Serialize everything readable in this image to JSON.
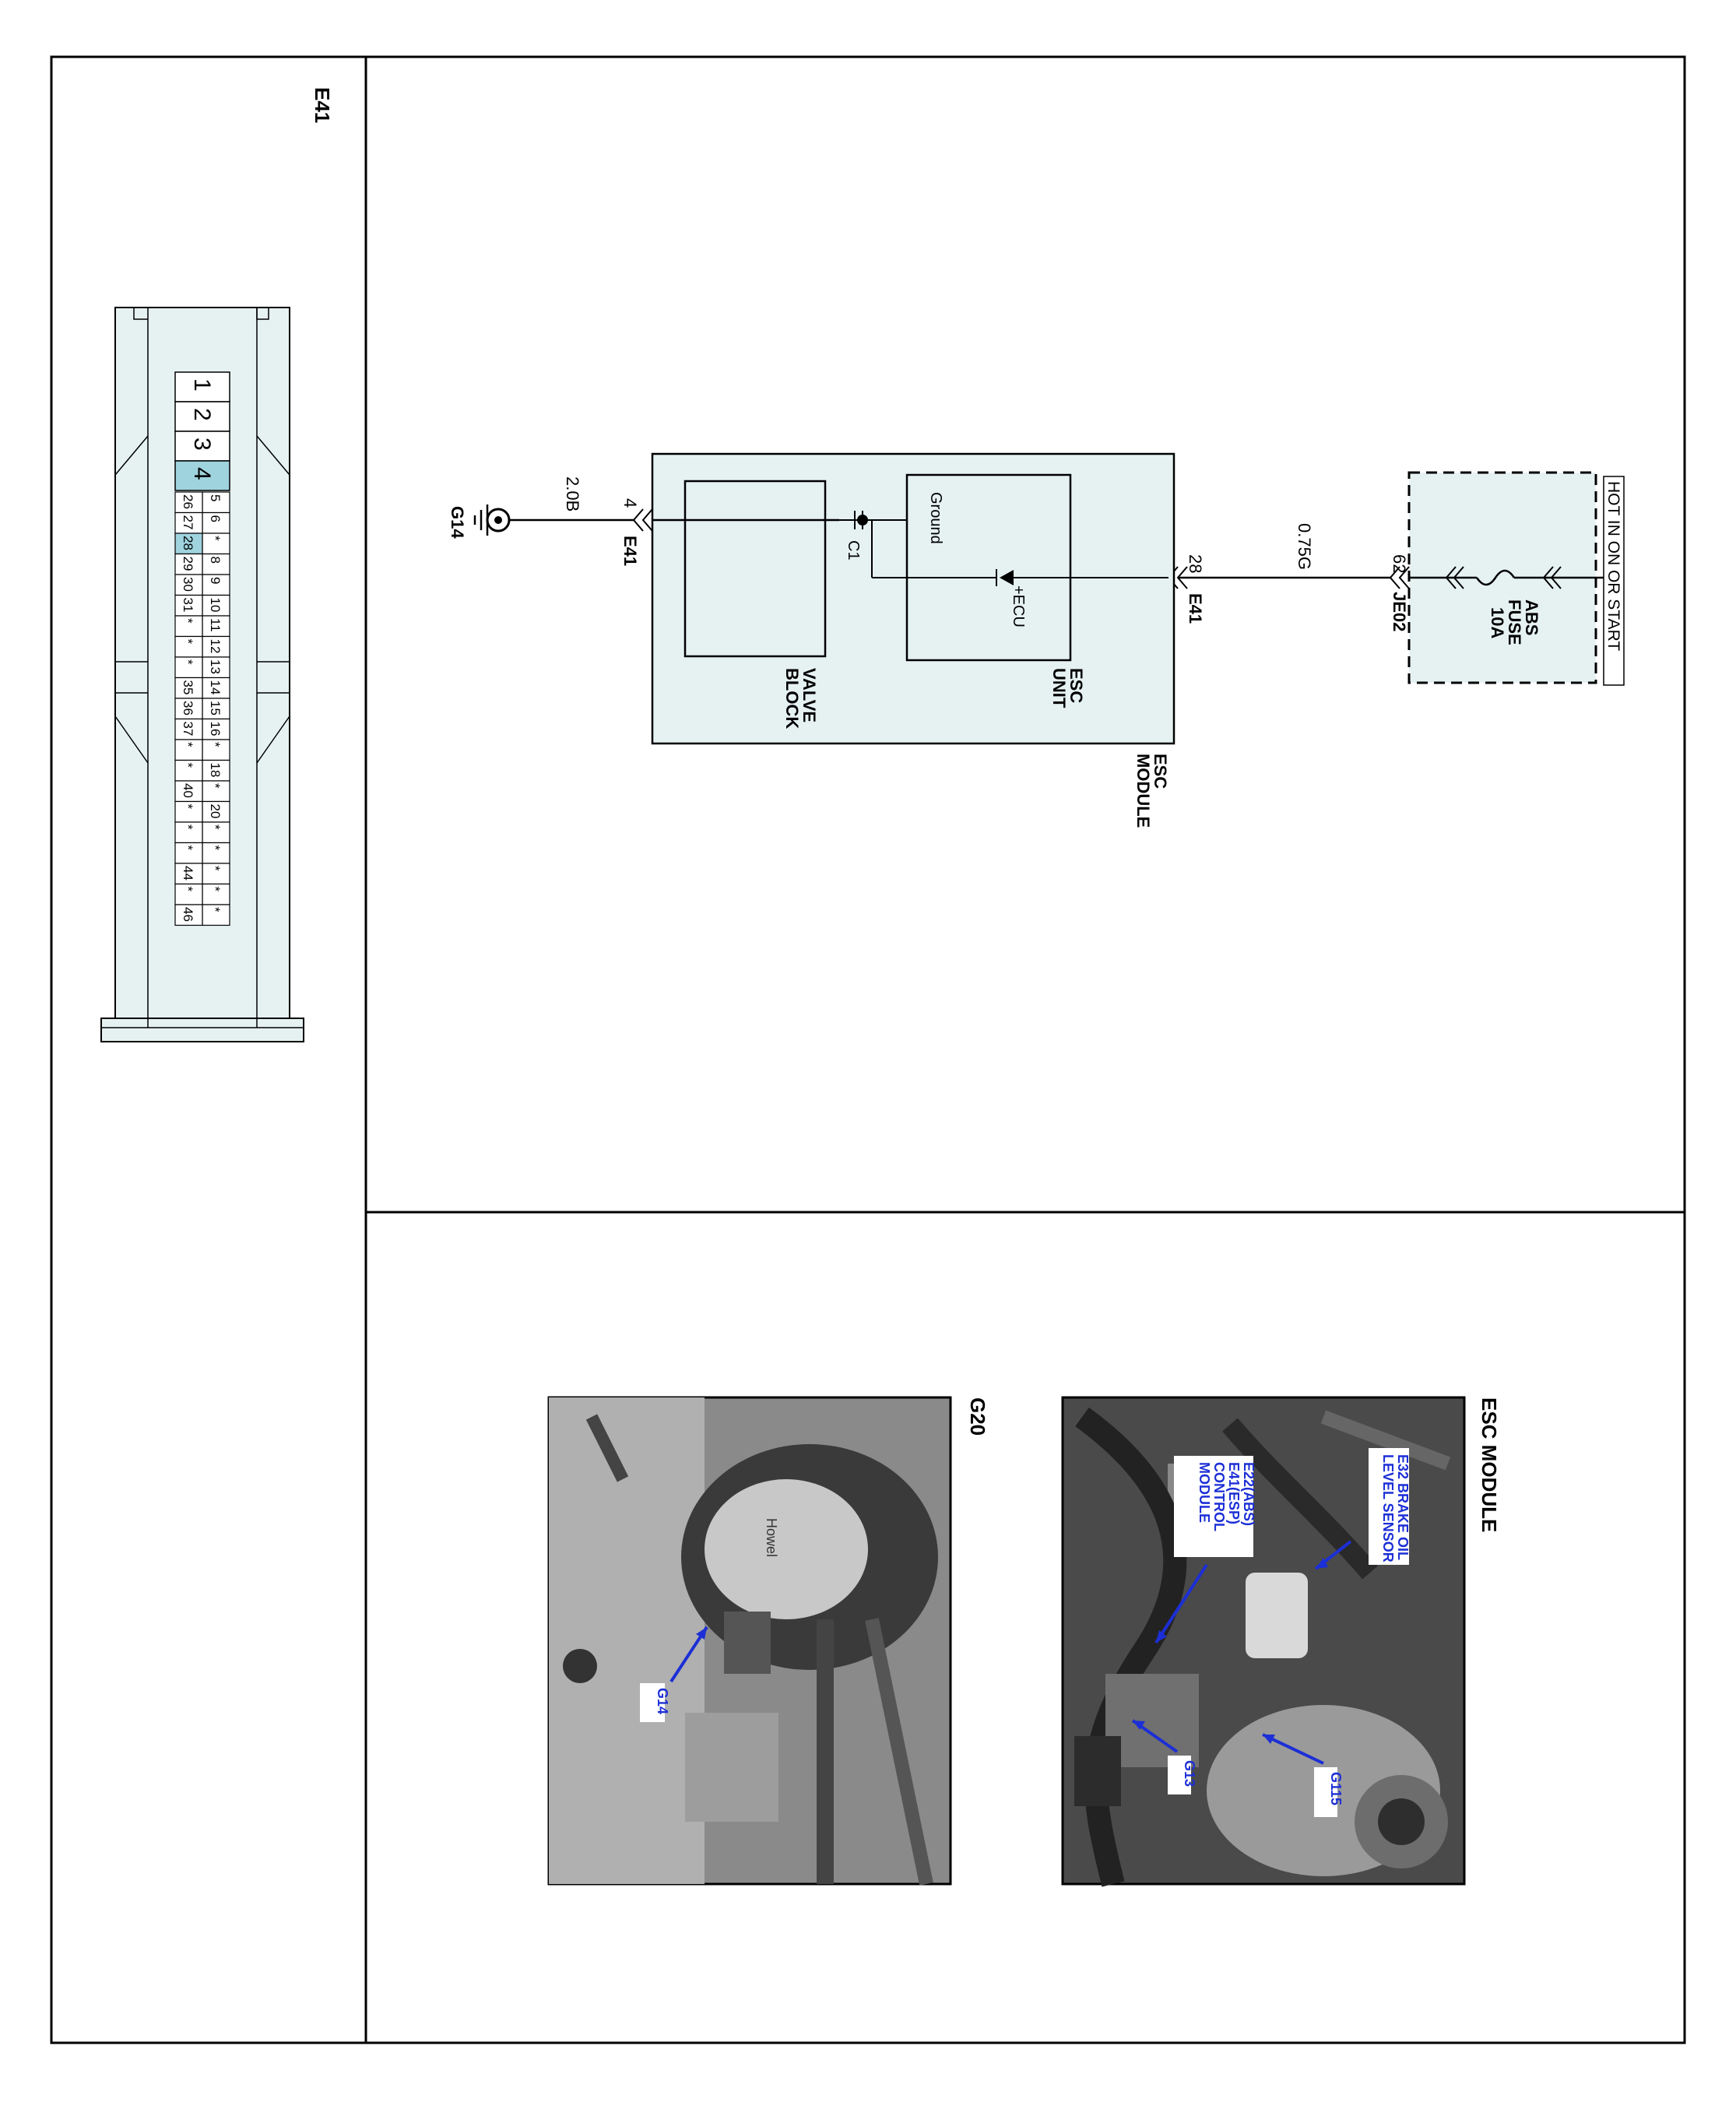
{
  "connector": {
    "id": "E41",
    "pins_row1": [
      "5",
      "6",
      "*",
      "8",
      "9",
      "10",
      "11",
      "12",
      "13",
      "14",
      "15",
      "16",
      "*",
      "18",
      "*",
      "20",
      "*",
      "*",
      "*",
      "*",
      "*"
    ],
    "pins_row2": [
      "26",
      "27",
      "28",
      "29",
      "30",
      "31",
      "*",
      "*",
      "*",
      "35",
      "36",
      "37",
      "*",
      "*",
      "40",
      "*",
      "*",
      "*",
      "44",
      "*",
      "46"
    ],
    "large_pins": [
      "1",
      "2",
      "3",
      "4"
    ],
    "highlight_pins": [
      "4",
      "28"
    ],
    "highlight_color": "#9fd3de",
    "body_color": "#e6f2f2"
  },
  "circuit": {
    "power_label": "HOT IN ON OR START",
    "fuse_name": "ABS",
    "fuse_word": "FUSE",
    "fuse_rating": "10A",
    "junction_pin": "62",
    "junction_id": "JE02",
    "wire_top": "0.75G",
    "module_pin_top": "28",
    "module_conn_top": "E41",
    "module_name_1": "ESC",
    "module_name_2": "MODULE",
    "unit_name_1": "ESC",
    "unit_name_2": "UNIT",
    "ecu_label": "+ECU",
    "ground_label": "Ground",
    "capacitor_label": "C1",
    "valve_block_1": "VALVE",
    "valve_block_2": "BLOCK",
    "module_pin_bottom": "4",
    "module_conn_bottom": "E41",
    "wire_bottom": "2.0B",
    "ground_id": "G14",
    "module_fill": "#e6f2f2"
  },
  "photos": {
    "esc_title": "ESC MODULE",
    "esc_callout_1_l1": "E32 BRAKE OIL",
    "esc_callout_1_l2": "LEVEL SENSOR",
    "esc_callout_2_l1": "E22(ABS)",
    "esc_callout_2_l2": "E41(ESP)",
    "esc_callout_2_l3": "CONTROL",
    "esc_callout_2_l4": "MODULE",
    "esc_g115": "G115",
    "esc_g13": "G13",
    "g20_title": "G20",
    "g20_callout": "G14",
    "callout_color": "#1c2fd6"
  }
}
